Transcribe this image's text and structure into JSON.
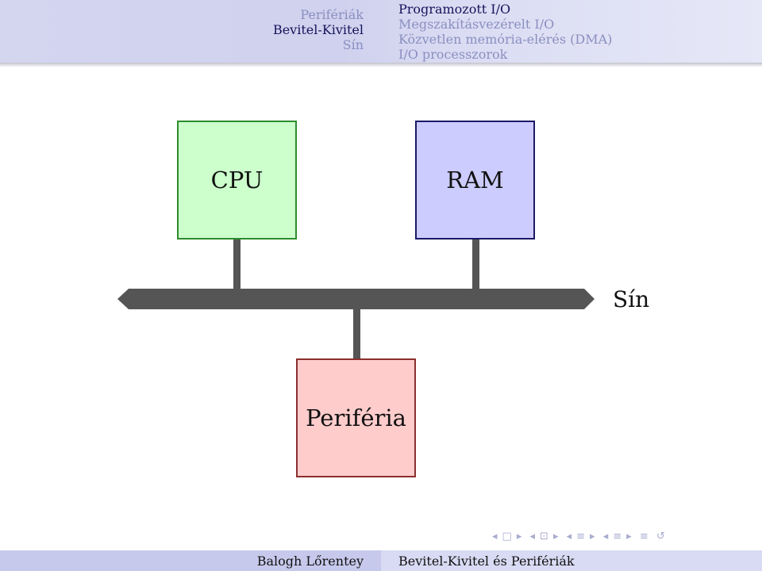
{
  "header": {
    "left_sections": [
      "Perifériák",
      "Bevitel-Kivitel",
      "Sín"
    ],
    "left_active_index": 1,
    "right_subsections": [
      "Programozott I/O",
      "Megszakításvezérelt I/O",
      "Közvetlen memória-elérés (DMA)",
      "I/O processzorok"
    ],
    "right_active_index": 0
  },
  "diagram": {
    "cpu_label": "CPU",
    "ram_label": "RAM",
    "peripheral_label": "Periféria",
    "bus_label": "Sín",
    "colors": {
      "cpu_fill": "#ccffcc",
      "ram_fill": "#ccccff",
      "peripheral_fill": "#ffcccc",
      "bus": "#555555"
    }
  },
  "nav_symbols": {
    "frame_prev": "◂",
    "frame_icon": "□",
    "frame_next": "▸",
    "subsection_icon": "⊡",
    "section_icon": "≡",
    "appendix_icon": "≡",
    "search_icon": "↺"
  },
  "footer": {
    "author": "Balogh Lőrentey",
    "title": "Bevitel-Kivitel és Perifériák"
  }
}
